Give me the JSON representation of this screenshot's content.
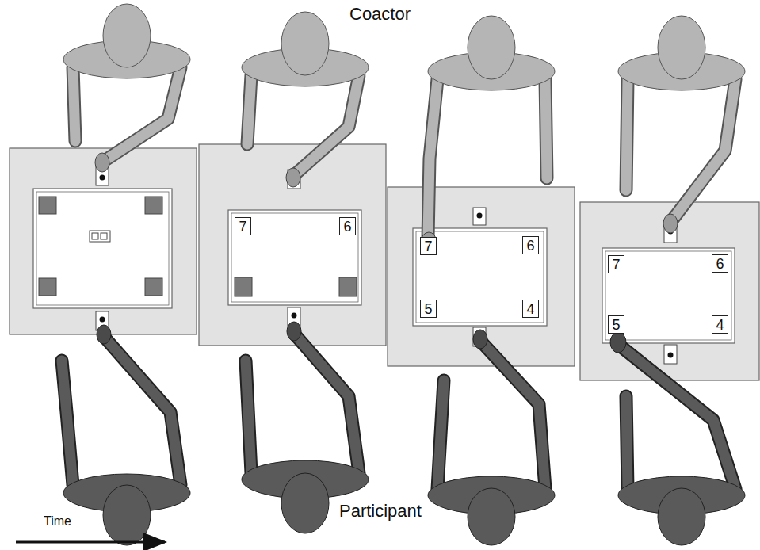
{
  "diagram": {
    "nodes": [
      {
        "text": [
          "7"
        ]
      },
      {
        "text": [
          "6"
        ]
      },
      {
        "text": [
          "7"
        ]
      },
      {
        "text": [
          "6"
        ]
      },
      {
        "text": [
          "5"
        ]
      },
      {
        "text": [
          "4"
        ]
      },
      {
        "text": [
          "7"
        ]
      },
      {
        "text": [
          "6"
        ]
      },
      {
        "text": [
          "5"
        ]
      },
      {
        "text": [
          "4"
        ]
      }
    ],
    "labels": [
      "Coactor",
      "Participant",
      "Time"
    ]
  }
}
